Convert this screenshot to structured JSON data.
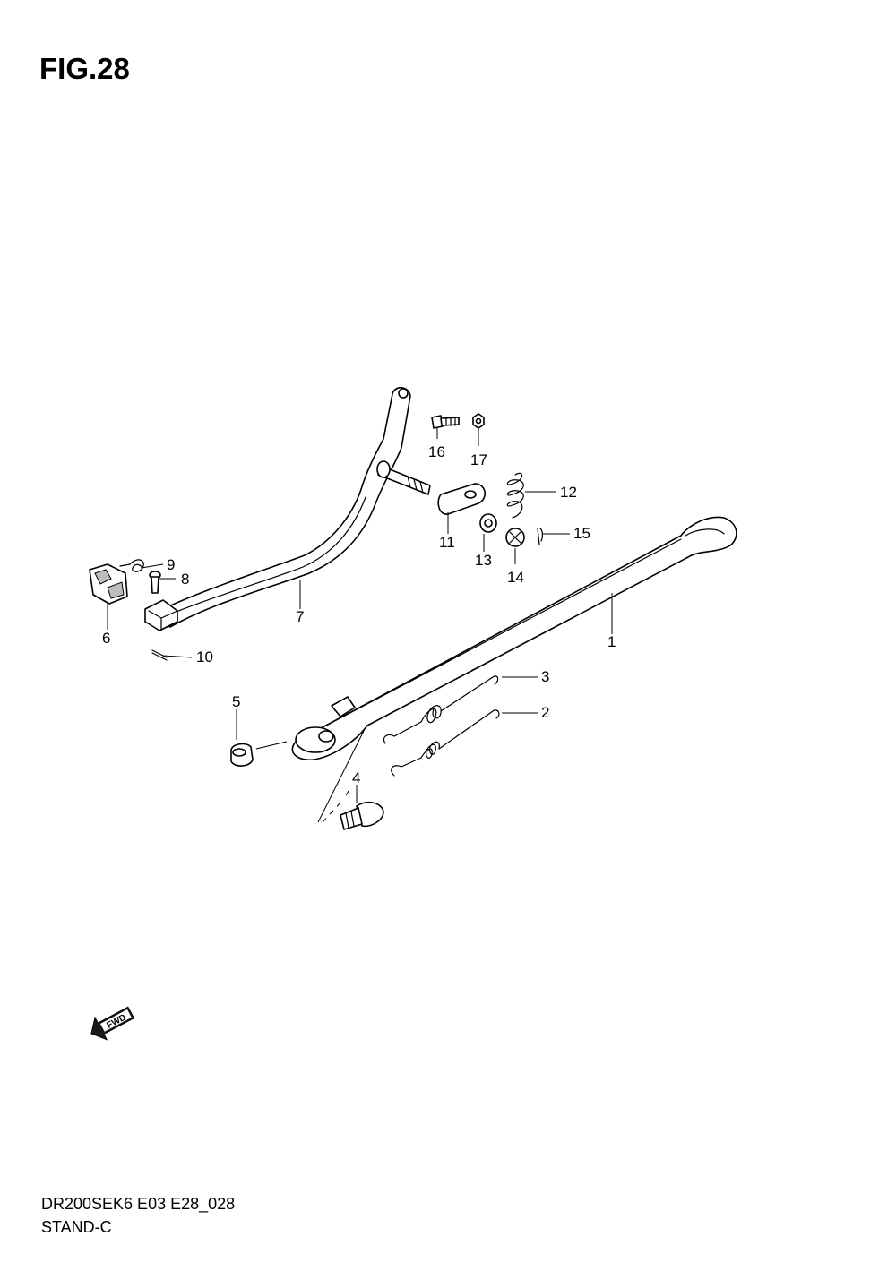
{
  "figure": {
    "title": "FIG.28"
  },
  "callouts": [
    {
      "id": "1",
      "label": "1"
    },
    {
      "id": "2",
      "label": "2"
    },
    {
      "id": "3",
      "label": "3"
    },
    {
      "id": "4",
      "label": "4"
    },
    {
      "id": "5",
      "label": "5"
    },
    {
      "id": "6",
      "label": "6"
    },
    {
      "id": "7",
      "label": "7"
    },
    {
      "id": "8",
      "label": "8"
    },
    {
      "id": "9",
      "label": "9"
    },
    {
      "id": "10",
      "label": "10"
    },
    {
      "id": "11",
      "label": "11"
    },
    {
      "id": "12",
      "label": "12"
    },
    {
      "id": "13",
      "label": "13"
    },
    {
      "id": "14",
      "label": "14"
    },
    {
      "id": "15",
      "label": "15"
    },
    {
      "id": "16",
      "label": "16"
    },
    {
      "id": "17",
      "label": "17"
    }
  ],
  "fwd_badge": {
    "text": "FWD",
    "icon": "forward-arrow-icon"
  },
  "footer": {
    "code": "DR200SEK6 E03 E28_028",
    "section": "STAND-C"
  }
}
